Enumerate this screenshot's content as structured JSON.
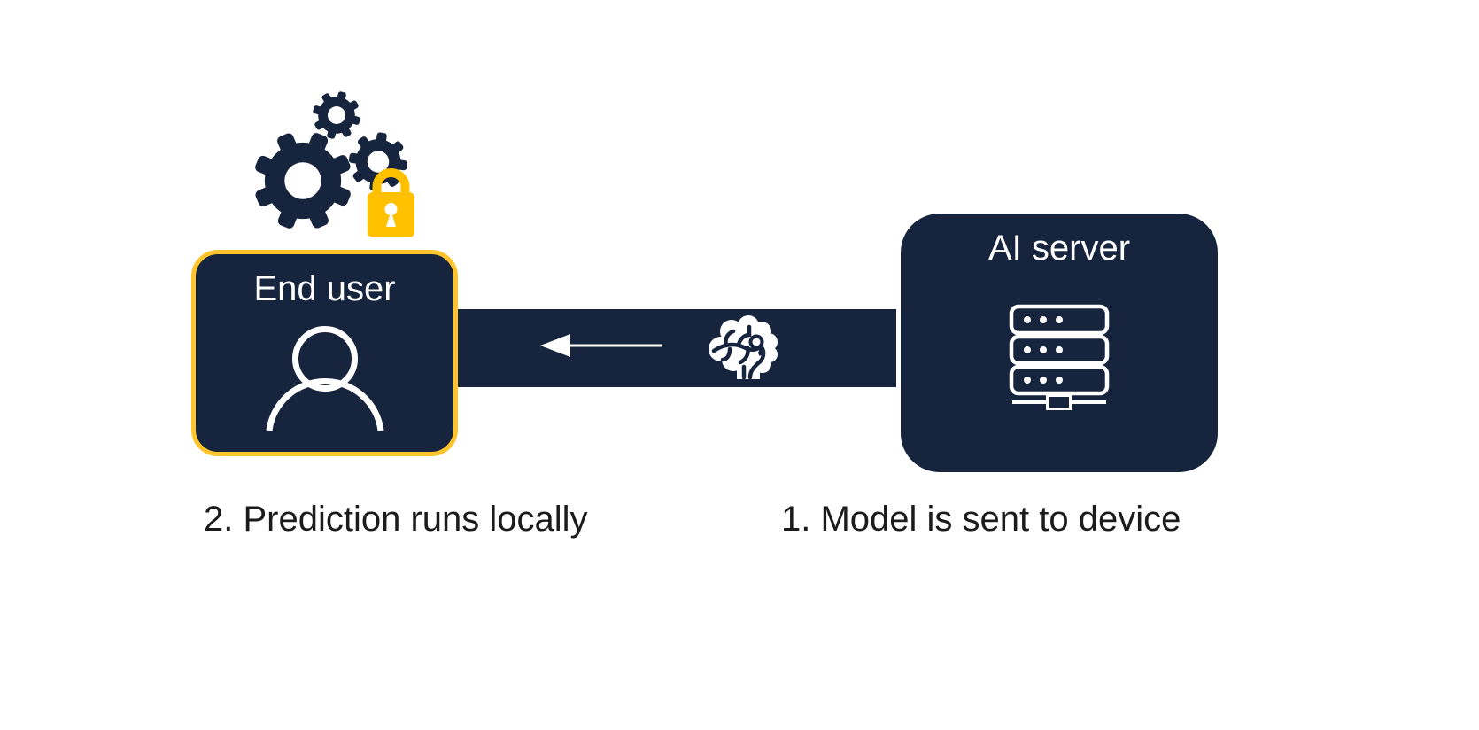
{
  "diagram": {
    "colors": {
      "navy": "#16243E",
      "gold_border": "#FFC42C",
      "gold_lock": "#FFC000",
      "caption_text": "#1B1B1B",
      "white": "#FFFFFF",
      "background": "#FFFFFF"
    },
    "nodes": {
      "end_user": {
        "title": "End user",
        "icon": "person-icon"
      },
      "ai_server": {
        "title": "AI server",
        "icon": "server-rack-icon"
      }
    },
    "connector": {
      "direction": "right-to-left",
      "icon": "brain-icon"
    },
    "captions": {
      "step1": "1. Model is sent to device",
      "step2": "2. Prediction runs locally"
    },
    "decorations": [
      "gears-icon",
      "padlock-icon"
    ]
  }
}
